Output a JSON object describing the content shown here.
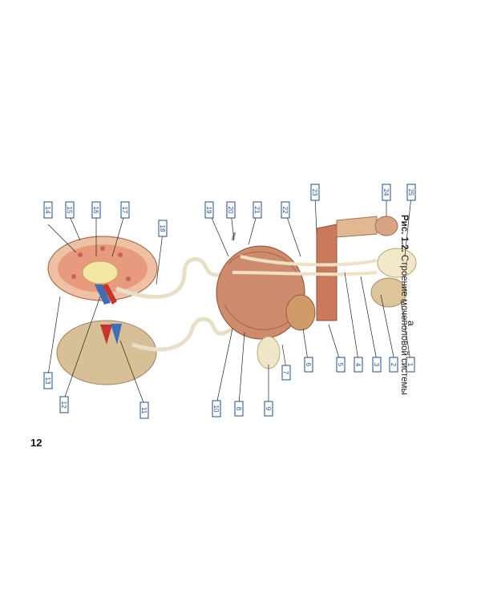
{
  "page_number": "12",
  "caption": {
    "figure_label": "Рис. 1.2.",
    "text": "Строение мочеполовой системы"
  },
  "sub_label": "а",
  "callouts": [
    "1",
    "2",
    "3",
    "4",
    "5",
    "6",
    "7",
    "8",
    "9",
    "10",
    "11",
    "12",
    "13",
    "14",
    "15",
    "16",
    "17",
    "18",
    "19",
    "20",
    "21",
    "22",
    "23",
    "24",
    "25"
  ],
  "colors": {
    "label_border": "#1f4e8c",
    "tissue": "#d98b6c",
    "kidney_outer": "#d9b48f",
    "vein": "#3d6fb6",
    "artery": "#c8342c"
  }
}
